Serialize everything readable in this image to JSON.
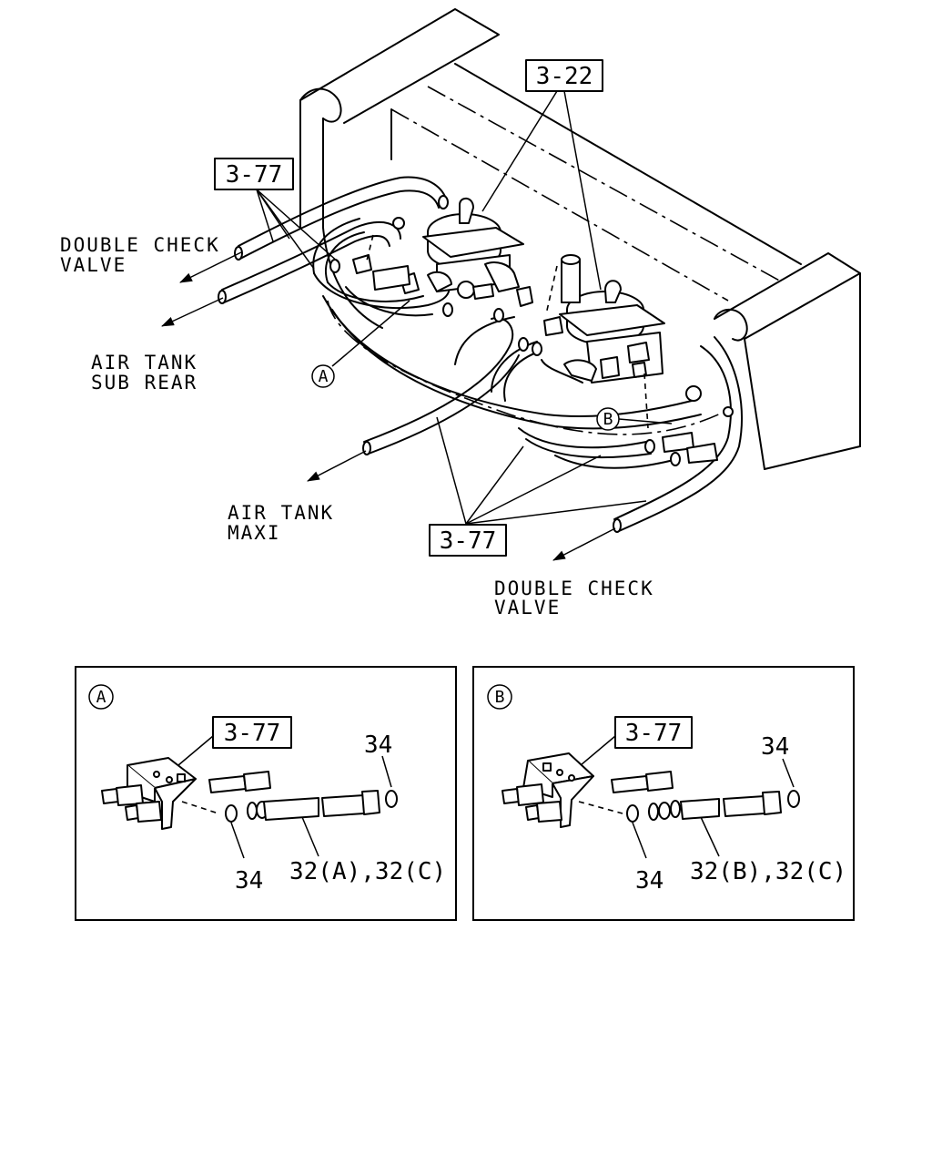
{
  "labels": {
    "double_check_valve_1": [
      "DOUBLE CHECK",
      "VALVE"
    ],
    "air_tank_sub_rear": [
      "AIR TANK",
      "SUB REAR"
    ],
    "air_tank_maxi": [
      "AIR TANK",
      "MAXI"
    ],
    "double_check_valve_2": [
      "DOUBLE CHECK",
      "VALVE"
    ]
  },
  "refs": {
    "ref_3_22": "3-22",
    "ref_3_77_top": "3-77",
    "ref_3_77_bottom": "3-77"
  },
  "callouts": {
    "a": "A",
    "b": "B"
  },
  "detail_a": {
    "marker": "A",
    "ref": "3-77",
    "part_34_top": "34",
    "part_34_bottom": "34",
    "part_32": "32(A),32(C)"
  },
  "detail_b": {
    "marker": "B",
    "ref": "3-77",
    "part_34_top": "34",
    "part_34_bottom": "34",
    "part_32": "32(B),32(C)"
  }
}
